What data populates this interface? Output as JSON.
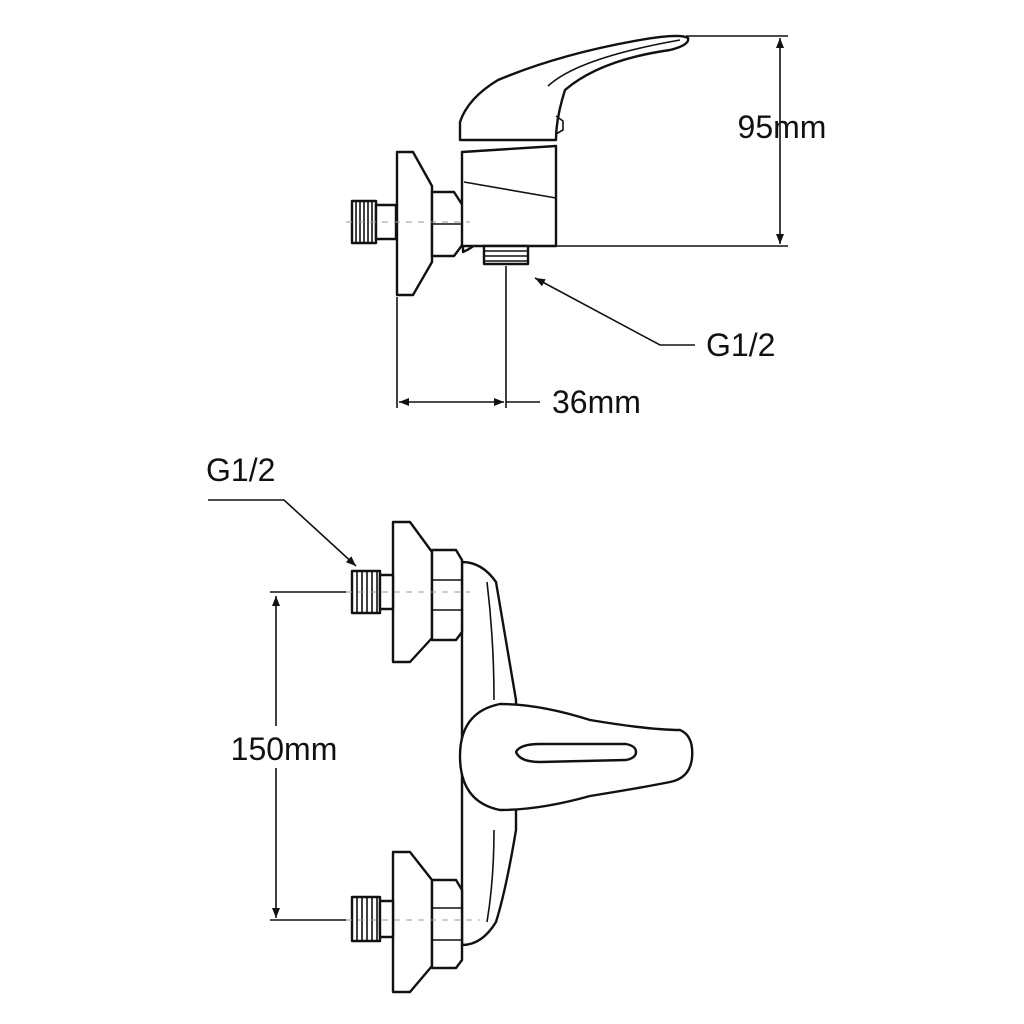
{
  "labels": {
    "height_dim": "95mm",
    "outlet_thread": "G1/2",
    "projection_dim": "36mm",
    "inlet_thread": "G1/2",
    "centers_dim": "150mm"
  },
  "colors": {
    "line": "#111111",
    "background": "#ffffff",
    "centerline": "#999999"
  }
}
